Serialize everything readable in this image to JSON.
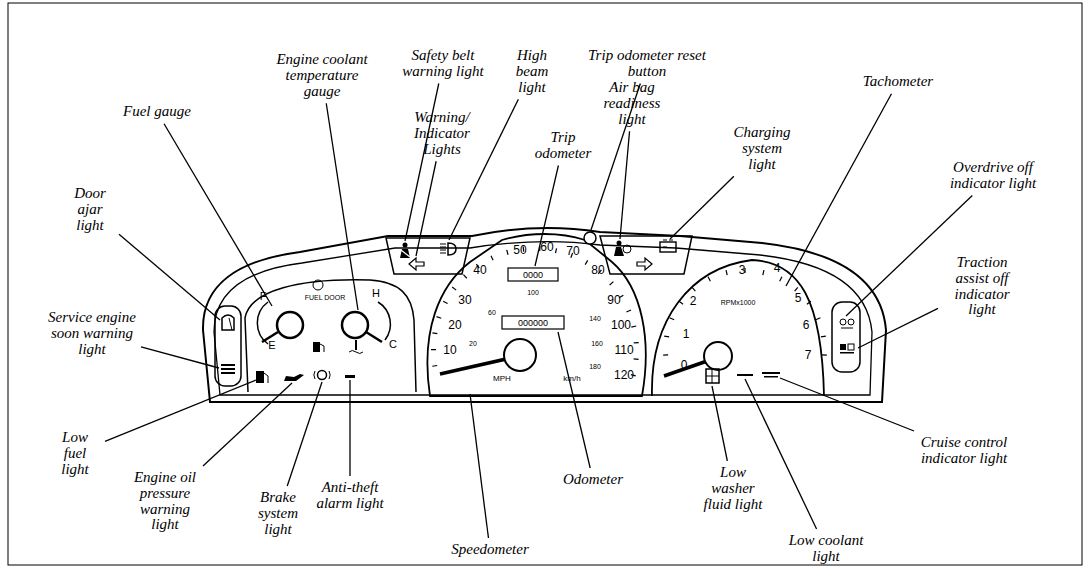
{
  "diagram": {
    "labels": [
      "Engine coolant temperature gauge",
      "Safety belt warning light",
      "High beam light",
      "Trip odometer reset button",
      "Tachometer",
      "Fuel gauge",
      "Warning/ Indicator Lights",
      "Trip odometer",
      "Air bag readiness light",
      "Charging system light",
      "Overdrive off indicator light",
      "Door ajar light",
      "Traction assist off indicator light",
      "Service engine soon warning light",
      "Low fuel light",
      "Engine oil pressure warning light",
      "Brake system light",
      "Anti-theft alarm light",
      "Speedometer",
      "Odometer",
      "Low washer fluid light",
      "Low coolant light",
      "Cruise control indicator light",
      "F",
      "E",
      "H",
      "C",
      "FUEL DOOR",
      "10",
      "20",
      "30",
      "40",
      "50",
      "60",
      "70",
      "80",
      "90",
      "100",
      "110",
      "120",
      "MPH",
      "km/h",
      "0000",
      "000000",
      "20",
      "60",
      "100",
      "140",
      "160",
      "180",
      "RPMx1000",
      "0",
      "1",
      "2",
      "3",
      "4",
      "5",
      "6",
      "7"
    ]
  }
}
